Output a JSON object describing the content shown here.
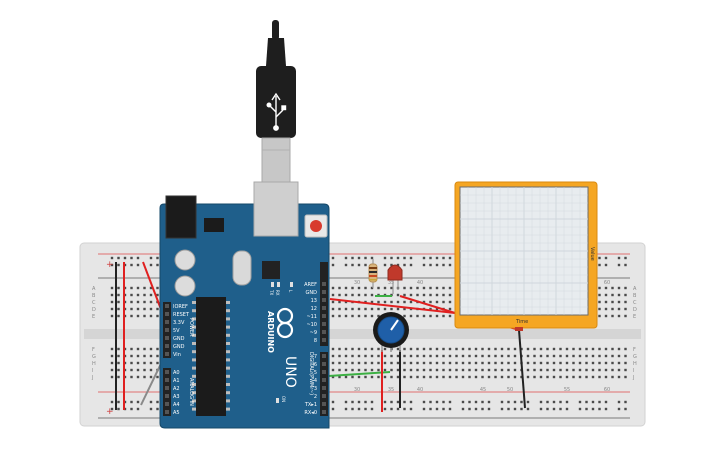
{
  "breadboard": {
    "column_numbers": [
      "30",
      "35",
      "40",
      "45",
      "50",
      "55",
      "60"
    ],
    "row_letters_top": [
      "A",
      "B",
      "C",
      "D",
      "E"
    ],
    "row_letters_bottom": [
      "F",
      "G",
      "H",
      "I",
      "J"
    ],
    "rail_plus": "+",
    "rail_minus": "−"
  },
  "arduino": {
    "logo": "ARDUINO",
    "model": "UNO",
    "reset_label": "RESET",
    "power_title": "POWER",
    "analog_title": "ANALOG IN",
    "digital_title": "DIGITAL (PWM ~)",
    "power_pins": [
      "IOREF",
      "RESET",
      "3.3V",
      "5V",
      "GND",
      "GND",
      "Vin"
    ],
    "analog_pins": [
      "A0",
      "A1",
      "A2",
      "A3",
      "A4",
      "A5"
    ],
    "digital_pins_top": [
      "AREF",
      "GND",
      "13",
      "12",
      "~11",
      "~10",
      "~9",
      "8"
    ],
    "digital_pins_bottom": [
      "7",
      "~6",
      "~5",
      "4",
      "~3",
      "2",
      "TX▸1",
      "RX◂0"
    ],
    "led_labels": [
      "TX",
      "RX",
      "L"
    ],
    "on_label": "ON"
  },
  "usb": {
    "icon": "usb-icon"
  },
  "plotter": {
    "x_axis_label": "Time",
    "y_axis_label": "Value",
    "frame_color": "#f5a623",
    "grid_color": "#cfd6dc"
  },
  "components": {
    "led_color": "#c0392b",
    "potentiometer_color": "#1f5fa8",
    "resistor_color": "#d9b57e"
  },
  "wires": {
    "red": "#e02020",
    "black": "#222222",
    "green": "#3cb043",
    "gray": "#8a8a8a"
  }
}
